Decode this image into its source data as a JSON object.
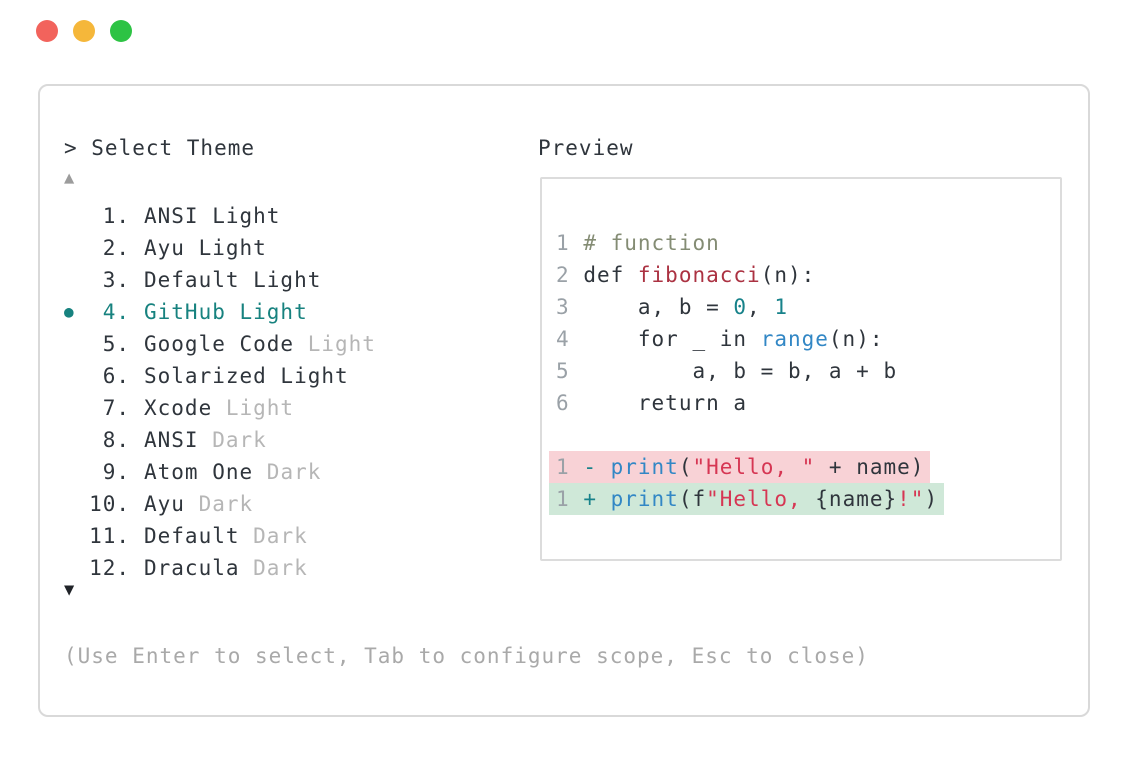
{
  "window": {
    "traffic_lights": [
      {
        "name": "close",
        "color": "#f2635c"
      },
      {
        "name": "minimize",
        "color": "#f5b73a"
      },
      {
        "name": "zoom",
        "color": "#2dc344"
      }
    ]
  },
  "dialog": {
    "title": "> Select Theme",
    "scroll_up": "▲",
    "scroll_down": "▼",
    "footer_hint": "(Use Enter to select, Tab to configure scope, Esc to close)",
    "theme_list": [
      {
        "number": "1.",
        "selected": false,
        "parts": [
          {
            "text": "ANSI Light",
            "tone": "normal"
          }
        ]
      },
      {
        "number": "2.",
        "selected": false,
        "parts": [
          {
            "text": "Ayu Light",
            "tone": "normal"
          }
        ]
      },
      {
        "number": "3.",
        "selected": false,
        "parts": [
          {
            "text": "Default Light",
            "tone": "normal"
          }
        ]
      },
      {
        "number": "4.",
        "selected": true,
        "parts": [
          {
            "text": "GitHub Light",
            "tone": "normal"
          }
        ]
      },
      {
        "number": "5.",
        "selected": false,
        "parts": [
          {
            "text": "Google Code ",
            "tone": "normal"
          },
          {
            "text": "Light",
            "tone": "dim"
          }
        ]
      },
      {
        "number": "6.",
        "selected": false,
        "parts": [
          {
            "text": "Solarized Light",
            "tone": "normal"
          }
        ]
      },
      {
        "number": "7.",
        "selected": false,
        "parts": [
          {
            "text": "Xcode ",
            "tone": "normal"
          },
          {
            "text": "Light",
            "tone": "dim"
          }
        ]
      },
      {
        "number": "8.",
        "selected": false,
        "parts": [
          {
            "text": "ANSI ",
            "tone": "normal"
          },
          {
            "text": "Dark",
            "tone": "dim"
          }
        ]
      },
      {
        "number": "9.",
        "selected": false,
        "parts": [
          {
            "text": "Atom One ",
            "tone": "normal"
          },
          {
            "text": "Dark",
            "tone": "dim"
          }
        ]
      },
      {
        "number": "10.",
        "selected": false,
        "parts": [
          {
            "text": "Ayu ",
            "tone": "normal"
          },
          {
            "text": "Dark",
            "tone": "dim"
          }
        ]
      },
      {
        "number": "11.",
        "selected": false,
        "parts": [
          {
            "text": "Default ",
            "tone": "normal"
          },
          {
            "text": "Dark",
            "tone": "dim"
          }
        ]
      },
      {
        "number": "12.",
        "selected": false,
        "parts": [
          {
            "text": "Dracula ",
            "tone": "normal"
          },
          {
            "text": "Dark",
            "tone": "dim"
          }
        ]
      }
    ]
  },
  "preview": {
    "label": "Preview",
    "code_lines": [
      {
        "num": "1",
        "diff": null,
        "tokens": [
          {
            "text": "# function",
            "type": "comment"
          }
        ]
      },
      {
        "num": "2",
        "diff": null,
        "tokens": [
          {
            "text": "def ",
            "type": "plain"
          },
          {
            "text": "fibonacci",
            "type": "function"
          },
          {
            "text": "(n):",
            "type": "plain"
          }
        ]
      },
      {
        "num": "3",
        "diff": null,
        "tokens": [
          {
            "text": "    a, b = ",
            "type": "plain"
          },
          {
            "text": "0",
            "type": "number"
          },
          {
            "text": ", ",
            "type": "plain"
          },
          {
            "text": "1",
            "type": "number"
          }
        ]
      },
      {
        "num": "4",
        "diff": null,
        "tokens": [
          {
            "text": "    for _ in ",
            "type": "plain"
          },
          {
            "text": "range",
            "type": "builtin"
          },
          {
            "text": "(n):",
            "type": "plain"
          }
        ]
      },
      {
        "num": "5",
        "diff": null,
        "tokens": [
          {
            "text": "        a, b = b, a + b",
            "type": "plain"
          }
        ]
      },
      {
        "num": "6",
        "diff": null,
        "tokens": [
          {
            "text": "    return a",
            "type": "plain"
          }
        ]
      },
      {
        "num": "",
        "diff": null,
        "tokens": []
      },
      {
        "num": "1",
        "diff": "removed",
        "tokens": [
          {
            "text": "- ",
            "type": "diffmark"
          },
          {
            "text": "print",
            "type": "builtin"
          },
          {
            "text": "(",
            "type": "plain"
          },
          {
            "text": "\"Hello, \"",
            "type": "string"
          },
          {
            "text": " + name)",
            "type": "plain"
          }
        ]
      },
      {
        "num": "1",
        "diff": "added",
        "tokens": [
          {
            "text": "+ ",
            "type": "diffmark"
          },
          {
            "text": "print",
            "type": "builtin"
          },
          {
            "text": "(f",
            "type": "plain"
          },
          {
            "text": "\"Hello, ",
            "type": "string"
          },
          {
            "text": "{name}",
            "type": "plain"
          },
          {
            "text": "!\"",
            "type": "string"
          },
          {
            "text": ")",
            "type": "plain"
          }
        ]
      }
    ]
  },
  "colors": {
    "accent_teal": "#17827f",
    "syntax": {
      "plain": "#2f353c",
      "comment": "#848c74",
      "function": "#ab3242",
      "number": "#17828a",
      "builtin": "#3287c5",
      "string": "#d63653",
      "diffmark": "#17828a",
      "line_number": "#9aa1a7"
    },
    "diff": {
      "removed_bg": "#f8d2d6",
      "added_bg": "#cfe8d8"
    }
  }
}
